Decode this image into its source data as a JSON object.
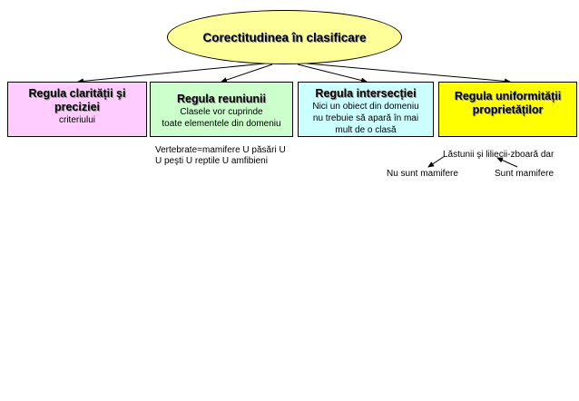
{
  "root": {
    "title": "Corectitudinea în clasificare"
  },
  "boxes": [
    {
      "title": "Regula clarității şi preciziei",
      "desc": [
        "criteriului"
      ],
      "color": "#ffccff"
    },
    {
      "title": "Regula reuniunii",
      "desc": [
        "Clasele vor cuprinde",
        "toate elementele din domeniu"
      ],
      "color": "#ccffcc"
    },
    {
      "title": "Regula intersecției",
      "desc": [
        "Nici un obiect din domeniu",
        "nu trebuie să apară în mai",
        "mult de o clasă"
      ],
      "color": "#ccffff"
    },
    {
      "title": "Regula uniformității proprietăților",
      "desc": [],
      "color": "#ffff00"
    }
  ],
  "notes": {
    "reuniune_example": [
      "Vertebrate=mamifere U păsări U",
      "U peşti U reptile U amfibieni"
    ],
    "uniformity_example": "Lăstunii şi liliecii-zboară dar",
    "left_label": "Nu sunt mamifere",
    "right_label": "Sunt mamifere"
  },
  "colors": {
    "ellipse_fill": "#ffff99",
    "line": "#000000",
    "text_shadow": "#9a9a9a"
  }
}
